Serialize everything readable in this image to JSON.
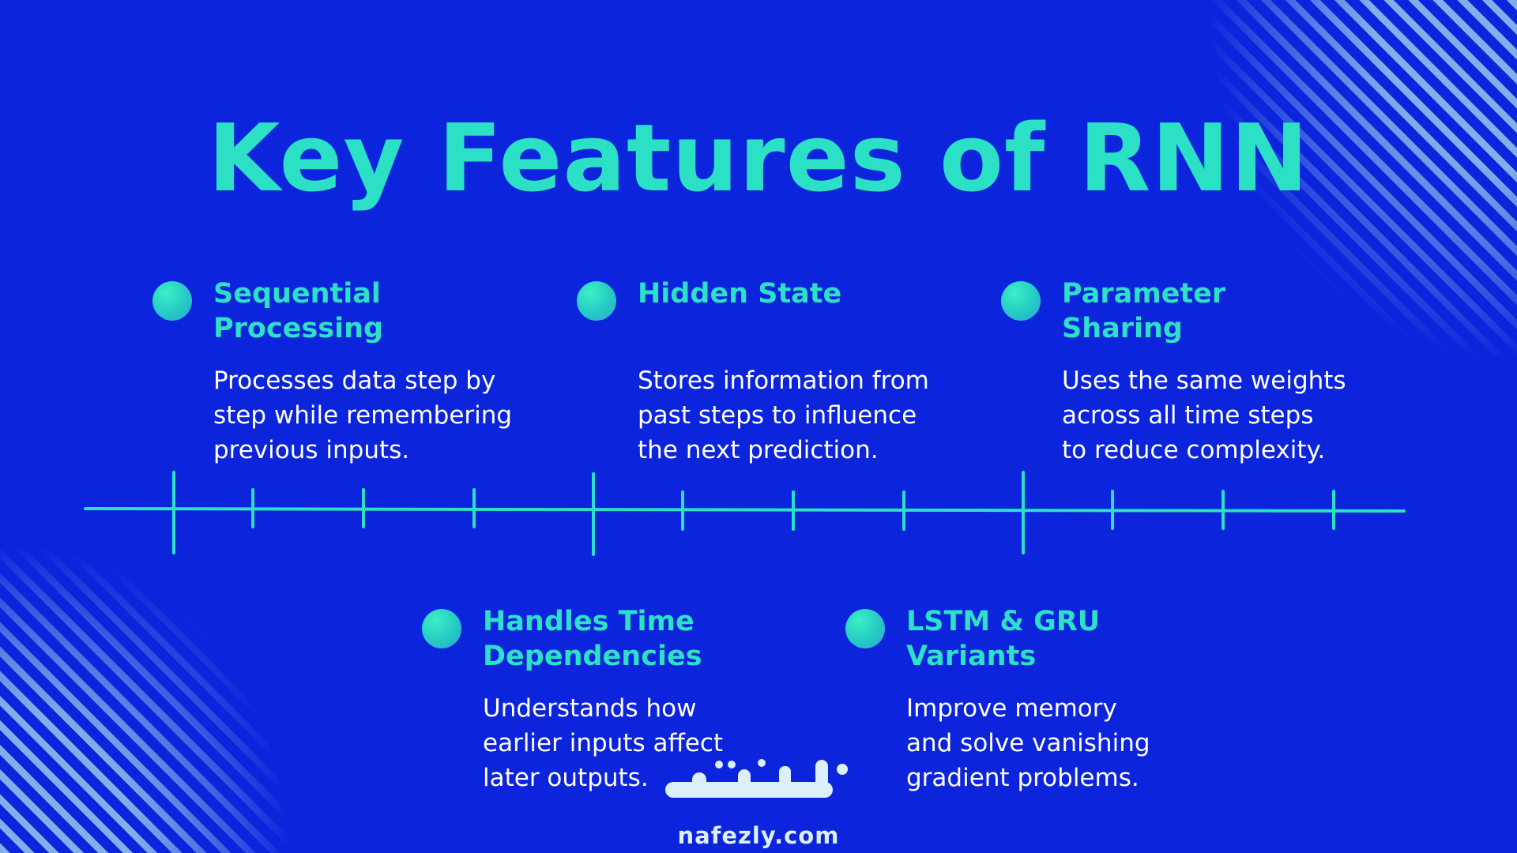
{
  "title": "Key Features of RNN",
  "colors": {
    "background": "#0b24dc",
    "accent": "#2be0c4",
    "text": "#ffffff",
    "stripes": "#96c8eb"
  },
  "features": [
    {
      "title": "Sequential\nProcessing",
      "description": "Processes data step by\nstep while remembering\nprevious inputs."
    },
    {
      "title": "Hidden State",
      "description": "Stores information from\npast steps to influence\nthe next prediction."
    },
    {
      "title": "Parameter\nSharing",
      "description": "Uses the same weights\nacross all time steps\nto reduce complexity."
    },
    {
      "title": "Handles Time\nDependencies",
      "description": "Understands how\nearlier inputs affect\nlater outputs."
    },
    {
      "title": "LSTM & GRU\nVariants",
      "description": "Improve memory\nand solve vanishing\ngradient problems."
    }
  ],
  "brand": {
    "logo_text": "نفذلي",
    "url": "nafezly.com"
  }
}
